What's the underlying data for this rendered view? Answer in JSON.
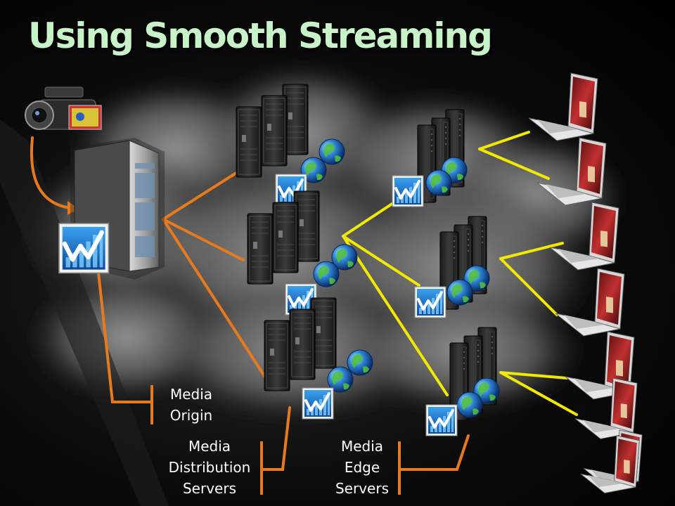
{
  "slide": {
    "title": "Using Smooth Streaming"
  },
  "labels": {
    "origin": [
      "Media",
      "Origin"
    ],
    "distribution": [
      "Media",
      "Distribution",
      "Servers"
    ],
    "edge": [
      "Media",
      "Edge",
      "Servers"
    ]
  },
  "colors": {
    "title": "#c8f2c8",
    "origin_links": "#e87a1e",
    "edge_links": "#f2e800",
    "cloud": "#8a8a8a",
    "logo_bg": "#1d7fd6"
  },
  "icons": [
    "camcorder-icon",
    "origin-server-icon",
    "server-rack-icon",
    "globe-icon",
    "smooth-streaming-logo-icon",
    "laptop-icon"
  ]
}
